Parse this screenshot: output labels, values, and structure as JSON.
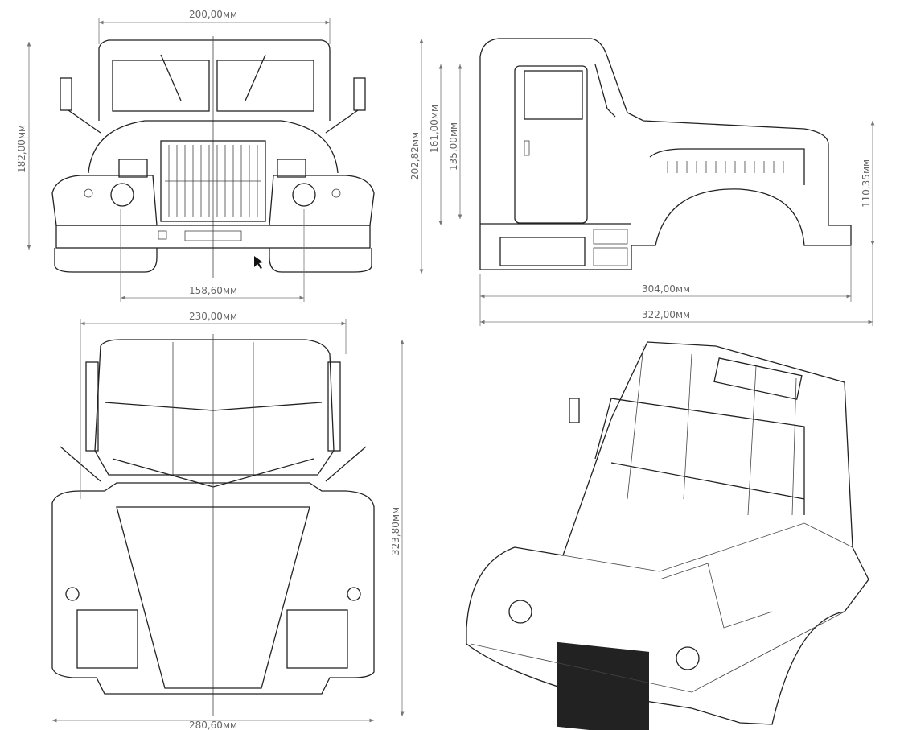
{
  "title": "Truck cab drawing - four views",
  "views": {
    "front": {
      "width_label": "200,00мм",
      "height_label": "182,00мм",
      "track_label": "158,60мм"
    },
    "side": {
      "total_height_label": "202,82мм",
      "door_height_label": "161,00мм",
      "door_inner_label": "135,00мм",
      "fender_height_label": "110,35мм",
      "length_label": "304,00мм",
      "total_length_label": "322,00мм"
    },
    "top": {
      "width_label": "230,00мм",
      "length_label": "323,80мм",
      "bottom_width_label": "280,60мм"
    }
  }
}
